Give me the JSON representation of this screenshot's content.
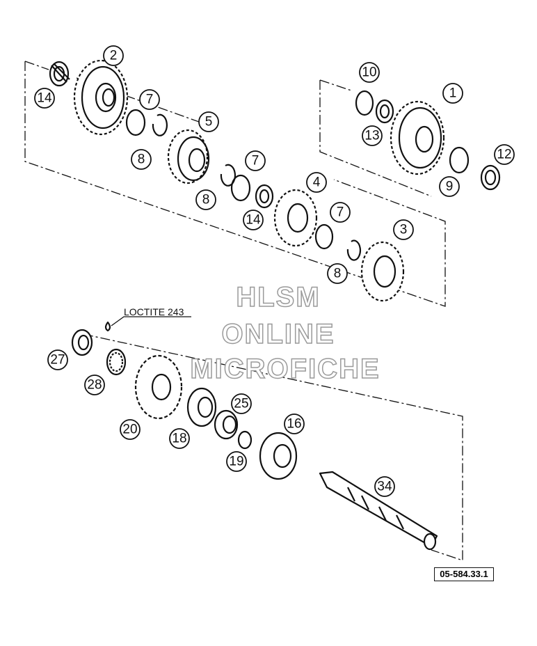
{
  "callouts": [
    "1",
    "2",
    "3",
    "4",
    "5",
    "7",
    "7",
    "7",
    "8",
    "8",
    "8",
    "9",
    "10",
    "12",
    "13",
    "14",
    "14",
    "16",
    "18",
    "19",
    "20",
    "25",
    "27",
    "28",
    "34"
  ],
  "note": "LOCTITE 243",
  "reference": "05-584.33.1",
  "watermark": [
    "HLSM",
    "ONLINE",
    "MICROFICHE"
  ],
  "colors": {
    "line": "#111111",
    "watermark_outline": "#9a9a9a",
    "background": "#ffffff"
  }
}
